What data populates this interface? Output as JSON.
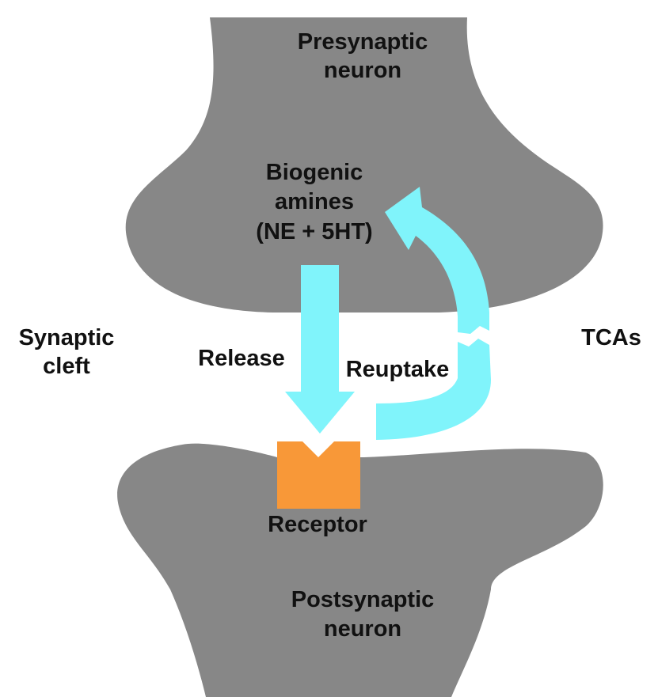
{
  "labels": {
    "presynaptic_line1": "Presynaptic",
    "presynaptic_line2": "neuron",
    "amines_line1": "Biogenic",
    "amines_line2": "amines",
    "amines_line3": "(NE + 5HT)",
    "cleft_line1": "Synaptic",
    "cleft_line2": "cleft",
    "tcas": "TCAs",
    "release": "Release",
    "reuptake": "Reuptake",
    "receptor": "Receptor",
    "postsynaptic_line1": "Postsynaptic",
    "postsynaptic_line2": "neuron"
  },
  "colors": {
    "neuron": "#878787",
    "arrow": "#80f4fb",
    "receptor": "#f89838",
    "text": "#111111"
  }
}
